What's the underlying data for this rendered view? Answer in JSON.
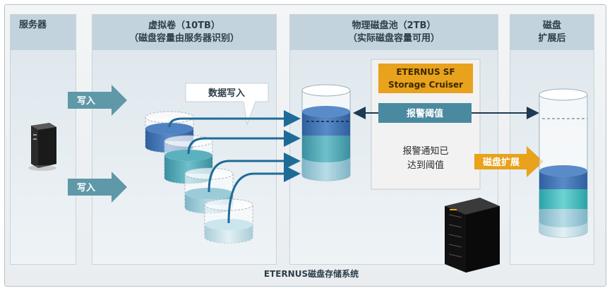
{
  "columns": {
    "server": {
      "title": "服务器"
    },
    "virtual": {
      "title": "虚拟卷（10TB）",
      "subtitle": "（磁盘容量由服务器识别）"
    },
    "physical": {
      "title": "物理磁盘池（2TB）",
      "subtitle": "（实际磁盘容量可用）"
    },
    "after": {
      "line1": "磁盘",
      "line2": "扩展后"
    }
  },
  "arrows": {
    "write_top": "写入",
    "write_bottom": "写入",
    "disk_expand": "磁盘扩展"
  },
  "callout": {
    "data_write": "数据写入"
  },
  "software": {
    "line1": "ETERNUS SF",
    "line2": "Storage Cruiser"
  },
  "threshold": {
    "label": "报警阈值"
  },
  "notify": {
    "line1": "报警通知已",
    "line2": "达到阈值"
  },
  "footer": {
    "label": "ETERNUS磁盘存储系统"
  },
  "colors": {
    "header_bg": "#c3d3dd",
    "arrow_teal": "#5f98a8",
    "arrow_orange": "#e8a21c",
    "blue_dark": "#3f6fb0",
    "teal": "#4fa7b5",
    "connector": "#1f6b98"
  }
}
